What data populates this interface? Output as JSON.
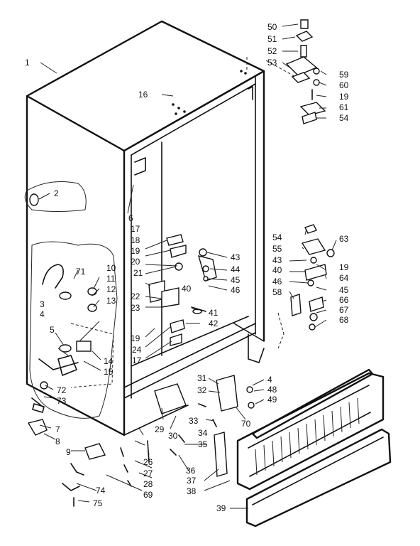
{
  "labels": {
    "l1": "1",
    "l2": "2",
    "l3": "3",
    "l4a": "4",
    "l4b": "4",
    "l5": "5",
    "l6": "6",
    "l7": "7",
    "l8": "8",
    "l9": "9",
    "l10": "10",
    "l11": "11",
    "l12": "12",
    "l13": "13",
    "l14": "14",
    "l15": "15",
    "l16": "16",
    "l17a": "17",
    "l17b": "17",
    "l18": "18",
    "l19a": "19",
    "l19b": "19",
    "l19c": "19",
    "l19d": "19",
    "l20": "20",
    "l21": "21",
    "l22": "22",
    "l23": "23",
    "l24": "24",
    "l26": "26",
    "l27": "27",
    "l28": "28",
    "l29": "29",
    "l30": "30",
    "l31": "31",
    "l32": "32",
    "l33": "33",
    "l34": "34",
    "l35": "35",
    "l36": "36",
    "l37": "37",
    "l38": "38",
    "l39": "39",
    "l40a": "40",
    "l40b": "40",
    "l41": "41",
    "l42": "42",
    "l43a": "43",
    "l43b": "43",
    "l44": "44",
    "l45a": "45",
    "l45b": "45",
    "l46a": "46",
    "l46b": "46",
    "l48": "48",
    "l49": "49",
    "l50": "50",
    "l51": "51",
    "l52": "52",
    "l53": "53",
    "l54a": "54",
    "l54b": "54",
    "l55": "55",
    "l58": "58",
    "l59": "59",
    "l60": "60",
    "l61": "61",
    "l63": "63",
    "l64": "64",
    "l66": "66",
    "l67": "67",
    "l68": "68",
    "l69": "69",
    "l70": "70",
    "l71": "71",
    "l72": "72",
    "l73": "73",
    "l74": "74",
    "l75": "75"
  }
}
